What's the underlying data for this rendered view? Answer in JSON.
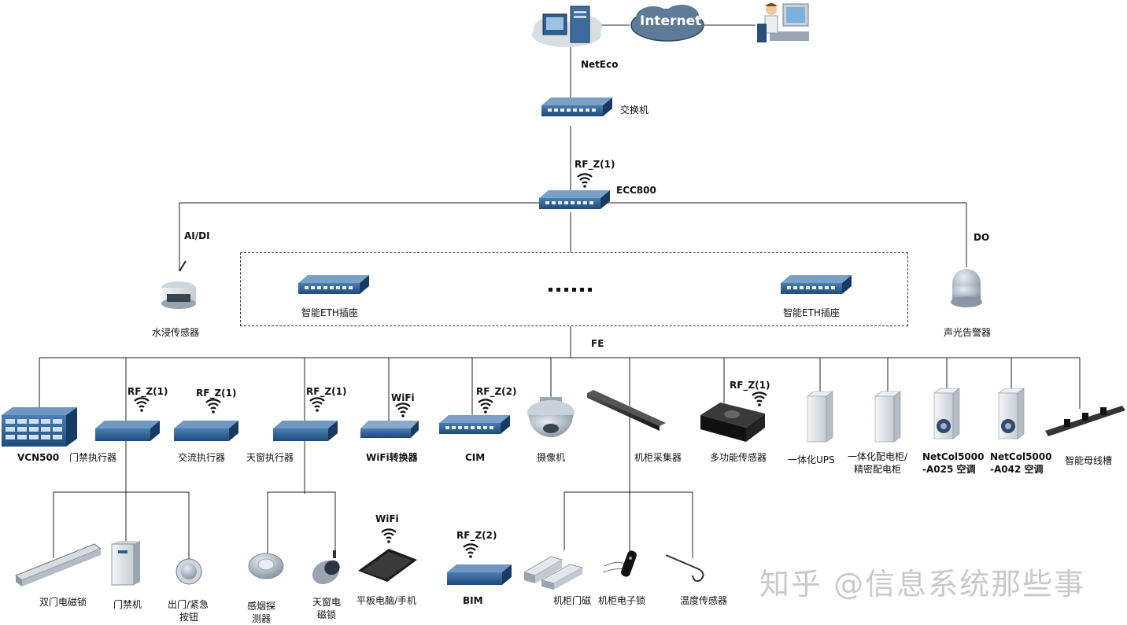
{
  "top": {
    "internet": "Internet",
    "neteco": "NetEco",
    "switch": "交换机"
  },
  "core": {
    "rf_link": "RF_Z(1)",
    "ecc": "ECC800",
    "aidi": "AI/DI",
    "do": "DO",
    "fe": "FE"
  },
  "group": {
    "eth_left": "智能ETH插座",
    "eth_right": "智能ETH插座",
    "ellipsis": "......"
  },
  "side": {
    "water": "水浸传感器",
    "alarm": "声光告警器"
  },
  "row1": [
    {
      "label": "VCN500",
      "bold": true
    },
    {
      "label": "门禁执行器",
      "rf": "RF_Z(1)"
    },
    {
      "label": "交流执行器",
      "rf": "RF_Z(1)"
    },
    {
      "label": "天窗执行器",
      "rf": "RF_Z(1)"
    },
    {
      "label": "WiFi转换器",
      "rf": "WiFi"
    },
    {
      "label": "CIM",
      "rf": "RF_Z(2)",
      "bold": true
    },
    {
      "label": "摄像机"
    },
    {
      "label": "机柜采集器"
    },
    {
      "label": "多功能传感器",
      "rf": "RF_Z(1)"
    },
    {
      "label": "一体化UPS"
    },
    {
      "label": "一体化配电柜/",
      "label2": "精密配电柜"
    },
    {
      "label": "NetCol5000",
      "label2": "-A025 空调"
    },
    {
      "label": "NetCol5000",
      "label2": "-A042 空调"
    },
    {
      "label": "智能母线槽"
    }
  ],
  "row2": {
    "double_lock": "双门电磁锁",
    "door_machine": "门禁机",
    "exit_btn_1": "出门/紧急",
    "exit_btn_2": "按钮",
    "smoke_1": "感烟探",
    "smoke_2": "测器",
    "skylight_1": "天窗电",
    "skylight_2": "磁锁",
    "tablet_rf": "WiFi",
    "tablet": "平板电脑/手机",
    "bim_rf": "RF_Z(2)",
    "bim": "BIM",
    "cab_door": "机柜门磁",
    "cab_lock": "机柜电子锁",
    "temp": "温度传感器"
  },
  "watermark": "知乎 @信息系统那些事",
  "colors": {
    "device_blue": "#2f5d8c",
    "device_dark": "#1e3d63",
    "line": "#222222",
    "cloud": "#cfd6dd"
  }
}
